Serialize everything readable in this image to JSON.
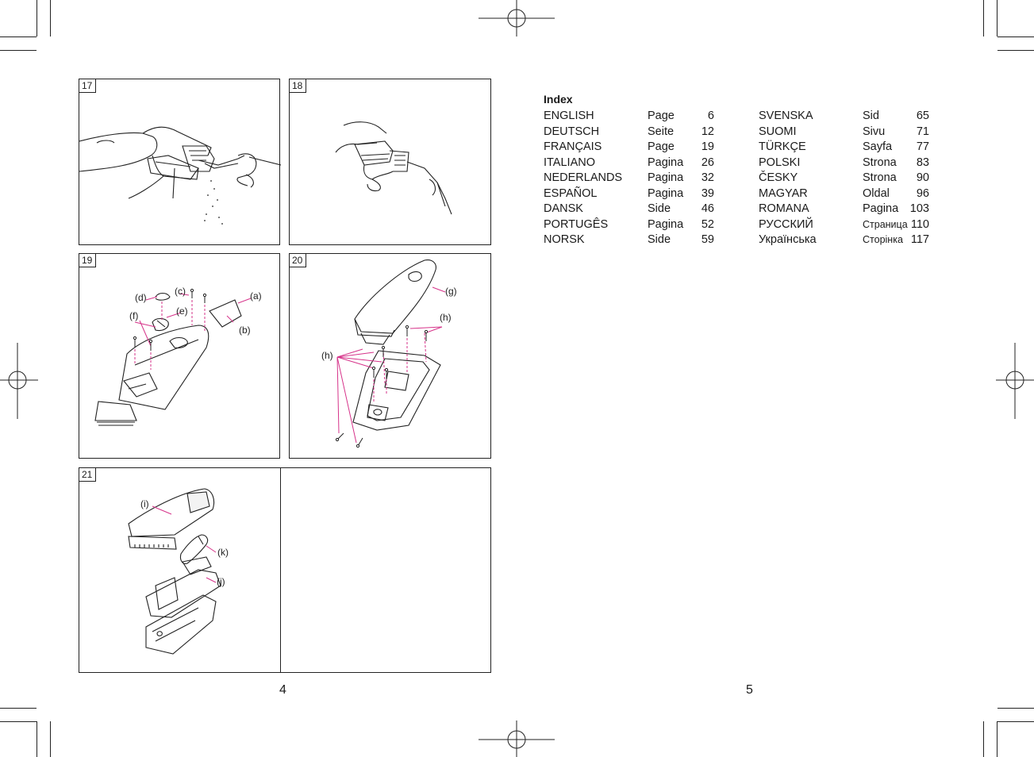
{
  "figures": [
    {
      "number": "17"
    },
    {
      "number": "18"
    },
    {
      "number": "19",
      "callouts": [
        "(a)",
        "(b)",
        "(c)",
        "(d)",
        "(e)",
        "(f)"
      ]
    },
    {
      "number": "20",
      "callouts": [
        "(g)",
        "(h)",
        "(h)"
      ]
    },
    {
      "number": "21",
      "callouts": [
        "(i)",
        "(j)",
        "(k)"
      ]
    }
  ],
  "page_numbers": {
    "left": "4",
    "right": "5"
  },
  "index": {
    "title": "Index",
    "left_column": [
      {
        "language": "ENGLISH",
        "word": "Page",
        "page": "6"
      },
      {
        "language": "DEUTSCH",
        "word": "Seite",
        "page": "12"
      },
      {
        "language": "FRANÇAIS",
        "word": "Page",
        "page": "19"
      },
      {
        "language": "ITALIANO",
        "word": "Pagina",
        "page": "26"
      },
      {
        "language": "NEDERLANDS",
        "word": "Pagina",
        "page": "32"
      },
      {
        "language": "ESPAÑOL",
        "word": "Pagina",
        "page": "39"
      },
      {
        "language": "DANSK",
        "word": "Side",
        "page": "46"
      },
      {
        "language": "PORTUGÊS",
        "word": "Pagina",
        "page": "52"
      },
      {
        "language": "NORSK",
        "word": "Side",
        "page": "59"
      }
    ],
    "right_column": [
      {
        "language": "SVENSKA",
        "word": "Sid",
        "page": "65"
      },
      {
        "language": "SUOMI",
        "word": "Sivu",
        "page": "71"
      },
      {
        "language": "TÜRKÇE",
        "word": "Sayfa",
        "page": "77"
      },
      {
        "language": "POLSKI",
        "word": "Strona",
        "page": "83"
      },
      {
        "language": "ČESKY",
        "word": "Strona",
        "page": "90"
      },
      {
        "language": "MAGYAR",
        "word": "Oldal",
        "page": "96"
      },
      {
        "language": "ROMANA",
        "word": "Pagina",
        "page": "103"
      },
      {
        "language": "РУССКИЙ",
        "word": "Страница",
        "page": "110"
      },
      {
        "language": "Українська",
        "word": "Сторінка",
        "page": "117"
      }
    ]
  },
  "colors": {
    "callout_line": "#d6338a",
    "ink": "#1a1a1a"
  }
}
